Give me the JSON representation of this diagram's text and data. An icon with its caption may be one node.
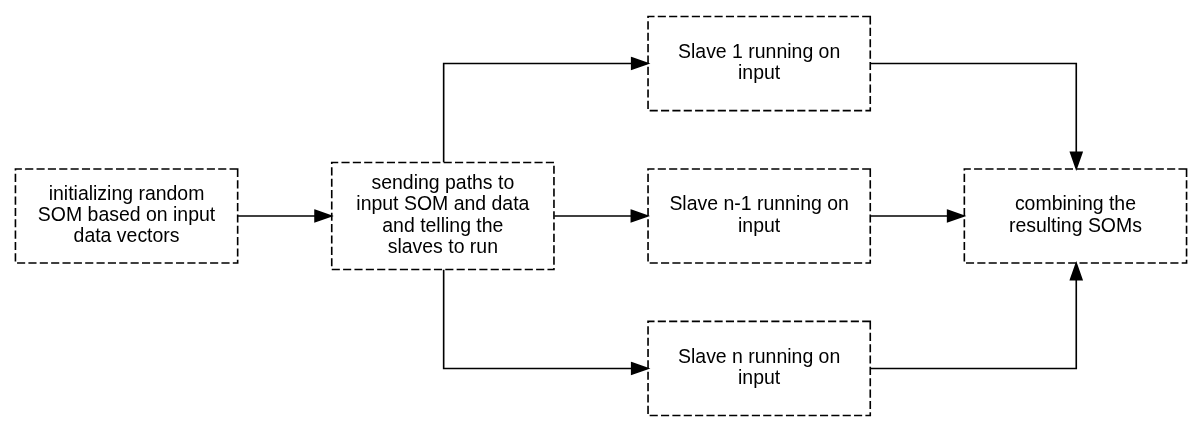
{
  "diagram": {
    "nodes": [
      {
        "text": [
          "initializing random SOM based on input data vectors"
        ]
      },
      {
        "text": [
          "sending paths to input SOM and data and telling the slaves to run"
        ]
      },
      {
        "text": [
          "Slave 1 running on input"
        ]
      },
      {
        "text": [
          "Slave n-1 running on input"
        ]
      },
      {
        "text": [
          "Slave n running on input"
        ]
      },
      {
        "text": [
          "combining the resulting SOMs"
        ]
      }
    ],
    "edges": [
      {
        "from": 0,
        "to": 1,
        "arrow": "to"
      },
      {
        "from": 1,
        "to": 2,
        "arrow": "to"
      },
      {
        "from": 1,
        "to": 3,
        "arrow": "to"
      },
      {
        "from": 1,
        "to": 4,
        "arrow": "to"
      },
      {
        "from": 2,
        "to": 5,
        "arrow": "to"
      },
      {
        "from": 3,
        "to": 5,
        "arrow": "to"
      },
      {
        "from": 4,
        "to": 5,
        "arrow": "to"
      }
    ]
  }
}
